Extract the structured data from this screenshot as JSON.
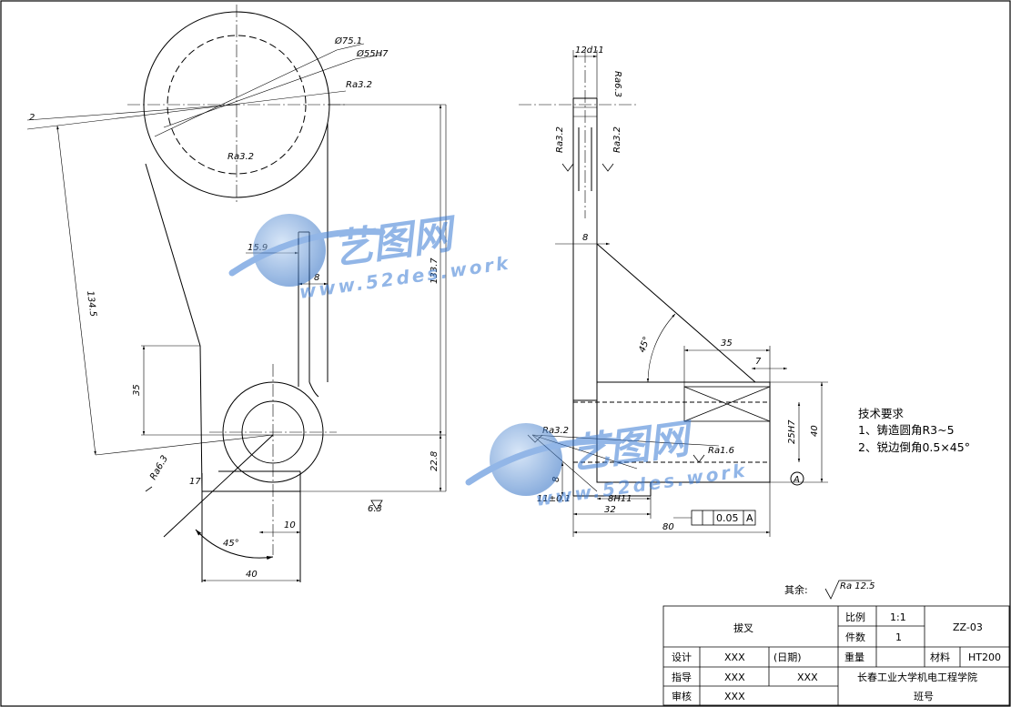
{
  "drawing": {
    "front_view": {
      "d_outer": "Ø75.1",
      "d_bore": "Ø55H7",
      "ra_bore": "Ra3.2",
      "ra_face": "Ra3.2",
      "dim_offset": "2",
      "dim_center": "134.5",
      "dim_rib_w": "15.9",
      "dim_rib_slot": "8",
      "dim_height": "133.7",
      "dim_35": "35",
      "dim_bottom": "22.8",
      "dim_17": "17",
      "dim_10": "10",
      "dim_40": "40",
      "angle_45": "45°",
      "ra_63": "Ra6.3",
      "ra_bottom": "6.3"
    },
    "side_view": {
      "dim_12d11": "12d11",
      "ra_top": "Ra6.3",
      "ra_left": "Ra3.2",
      "ra_right": "Ra3.2",
      "dim_8": "8",
      "angle_45": "45°",
      "dim_35": "35",
      "dim_7": "7",
      "dim_25h7": "25H7",
      "dim_40": "40",
      "ra_32": "Ra3.2",
      "ra_16": "Ra1.6",
      "dim_8b": "8",
      "dim_11": "11±0.1",
      "dim_8h11": "8H11",
      "dim_32": "32",
      "dim_80": "80",
      "datum": "A",
      "tol_value": "0.05",
      "tol_datum": "A"
    },
    "tech_requirements": {
      "title": "技术要求",
      "item1": "1、铸造圆角R3~5",
      "item2": "2、锐边倒角0.5×45°"
    },
    "other_roughness": {
      "label": "其余:",
      "value": "Ra 12.5"
    }
  },
  "title_block": {
    "part_name": "拔叉",
    "scale_label": "比例",
    "scale_value": "1:1",
    "qty_label": "件数",
    "qty_value": "1",
    "drawing_no": "ZZ-03",
    "weight_label": "重量",
    "material_label": "材料",
    "material_value": "HT200",
    "design_label": "设计",
    "design_name": "XXX",
    "date_label": "(日期)",
    "guide_label": "指导",
    "guide_name": "XXX",
    "guide_date": "XXX",
    "review_label": "审核",
    "review_name": "XXX",
    "school": "长春工业大学机电工程学院",
    "class_label": "班号"
  },
  "watermark": {
    "brand": "艺图网",
    "url": "www.52des.work"
  }
}
